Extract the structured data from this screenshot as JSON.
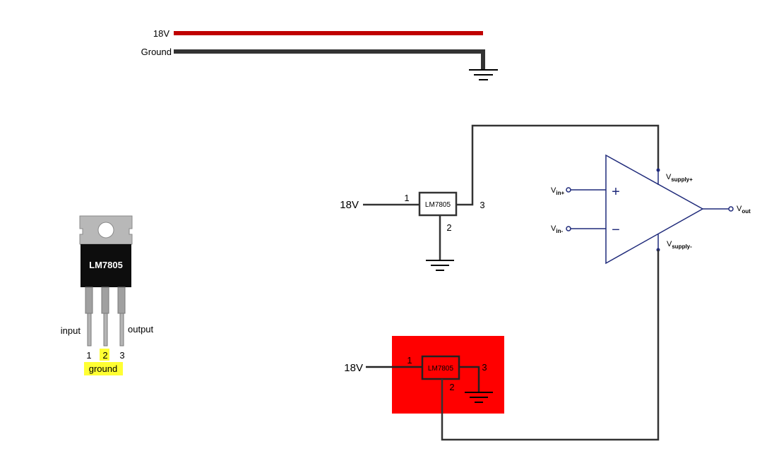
{
  "rails": {
    "supply_label": "18V",
    "ground_label": "Ground",
    "supply_color": "#c00000",
    "ground_color": "#333333"
  },
  "package": {
    "chip_label": "LM7805",
    "input_label": "input",
    "output_label": "output",
    "pin1": "1",
    "pin2": "2",
    "pin3": "3",
    "ground_label": "ground",
    "highlight_color": "#ffff33"
  },
  "regulator_top": {
    "input_voltage": "18V",
    "chip_label": "LM7805",
    "pin1": "1",
    "pin2": "2",
    "pin3": "3"
  },
  "regulator_bottom": {
    "input_voltage": "18V",
    "chip_label": "LM7805",
    "pin1": "1",
    "pin2": "2",
    "pin3": "3",
    "background_color": "#ff0000"
  },
  "opamp": {
    "vin_plus_main": "V",
    "vin_plus_sub": "in+",
    "vin_minus_main": "V",
    "vin_minus_sub": "in-",
    "vout_main": "V",
    "vout_sub": "out",
    "vsupply_plus_main": "V",
    "vsupply_plus_sub": "supply+",
    "vsupply_minus_main": "V",
    "vsupply_minus_sub": "supply-",
    "plus_sign": "+",
    "minus_sign": "−",
    "color": "#1f2a7a"
  }
}
